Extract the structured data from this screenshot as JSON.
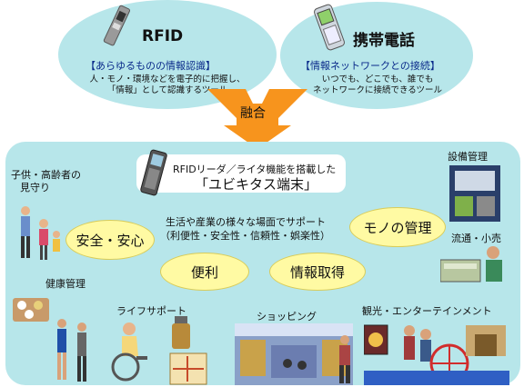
{
  "rfid": {
    "title": "RFID",
    "subtitle": "【あらゆるものの情報認識】",
    "desc_line1": "人・モノ・環境などを電子的に把握し、",
    "desc_line2": "「情報」として認識するツール"
  },
  "mobile": {
    "title": "携帯電話",
    "subtitle": "【情報ネットワークとの接続】",
    "desc_line1": "いつでも、どこでも、誰でも",
    "desc_line2": "ネットワークに接続できるツール"
  },
  "fusion_label": "融合",
  "terminal": {
    "line1": "RFIDリーダ／ライタ機能を搭載した",
    "line2": "「ユビキタス端末」"
  },
  "center": {
    "line1": "生活や産業の様々な場面でサポート",
    "line2": "（利便性・安全性・信頼性・娯楽性）"
  },
  "clouds": {
    "safety": "安全・安心",
    "things": "モノの管理",
    "convenience": "便利",
    "info": "情報取得"
  },
  "scenes": {
    "child_elderly_line1": "子供・高齢者の",
    "child_elderly_line2": "見守り",
    "health": "健康管理",
    "life": "ライフサポート",
    "shopping": "ショッピング",
    "tourism": "観光・エンターテインメント",
    "facility": "設備管理",
    "retail": "流通・小売"
  },
  "colors": {
    "ellipse": "#b7e6ea",
    "panel": "#b7e6ea",
    "cloud": "#fffaa3",
    "arrow": "#f7941d"
  }
}
